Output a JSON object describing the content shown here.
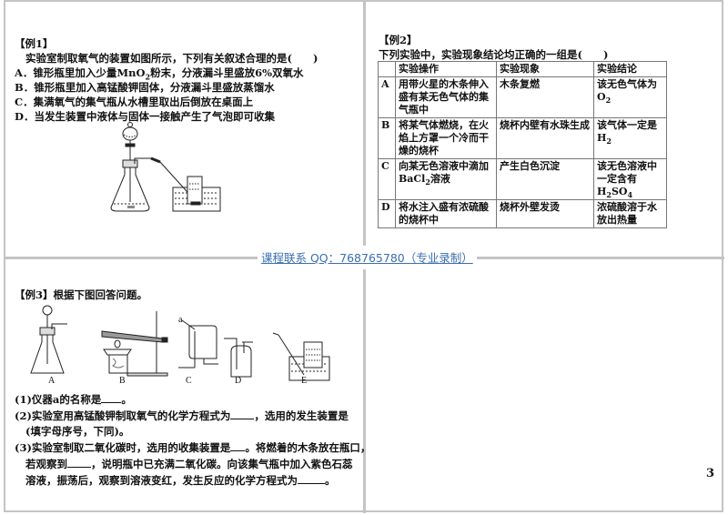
{
  "contact_banner": "课程联系 QQ：768765780（专业录制）",
  "page_number": "3",
  "example1": {
    "tag": "【例1】",
    "question": "实验室制取氧气的装置如图所示，下列有关叙述合理的是(　　)",
    "options": [
      {
        "key": "A",
        "pre": "A．锥形瓶里加入少量MnO",
        "sub": "2",
        "post": "粉末，分液漏斗里盛放6%双氧水"
      },
      {
        "key": "B",
        "text": "B．锥形瓶里加入高锰酸钾固体，分液漏斗里盛放蒸馏水"
      },
      {
        "key": "C",
        "text": "C．集满氧气的集气瓶从水槽里取出后倒放在桌面上"
      },
      {
        "key": "D",
        "text": "D．当发生装置中液体与固体一接触产生了气泡即可收集"
      }
    ],
    "figure_icon": "oxygen-generation-apparatus"
  },
  "example2": {
    "tag": "【例2】",
    "question": "下列实验中，实验现象结论均正确的一组是(　　)",
    "table": {
      "headers": [
        "",
        "实验操作",
        "实验现象",
        "实验结论"
      ],
      "rows": [
        {
          "key": "A",
          "operation": "用带火星的木条伸入盛有某无色气体的集气瓶中",
          "phenomenon": "木条复燃",
          "conclusion_pre": "该无色气体为O",
          "conclusion_sub": "2",
          "conclusion_post": ""
        },
        {
          "key": "B",
          "operation": "将某气体燃烧，在火焰上方罩一个冷而干燥的烧杯",
          "phenomenon": "烧杯内壁有水珠生成",
          "conclusion_pre": "该气体一定是H",
          "conclusion_sub": "2",
          "conclusion_post": ""
        },
        {
          "key": "C",
          "operation_pre": "向某无色溶液中滴加BaCl",
          "operation_sub": "2",
          "operation_post": "溶液",
          "phenomenon": "产生白色沉淀",
          "conclusion_pre": "该无色溶液中一定含有H",
          "conclusion_sub": "2",
          "conclusion_post": "SO",
          "conclusion_sub2": "4"
        },
        {
          "key": "D",
          "operation": "将水注入盛有浓硫酸的烧杯中",
          "phenomenon": "烧杯外壁发烫",
          "conclusion_pre": "浓硫酸溶于水放出热量",
          "conclusion_sub": "",
          "conclusion_post": ""
        }
      ]
    }
  },
  "example3": {
    "tag": "【例3】",
    "question": "根据下图回答问题。",
    "figure_labels": [
      "A",
      "B",
      "C",
      "D",
      "E"
    ],
    "label_a": "a",
    "parts": [
      {
        "pre": "(1)仪器a的名称是",
        "post": "。"
      },
      {
        "pre": "(2)实验室用高锰酸钾制取氧气的化学方程式为",
        "mid": "，选用的发生装置是",
        "line2": "(填字母序号，下同)。"
      },
      {
        "pre": "(3)实验室制取二氧化碳时，选用的收集装置是",
        "mid": "。将燃着的木条放在瓶口，",
        "line2_pre": "若观察到",
        "line2_post": "，说明瓶中已充满二氧化碳。向该集气瓶中加入紫色石蕊",
        "line3_pre": "溶液，振荡后，观察到溶液变红，发生反应的化学方程式为",
        "line3_post": "。"
      }
    ]
  }
}
